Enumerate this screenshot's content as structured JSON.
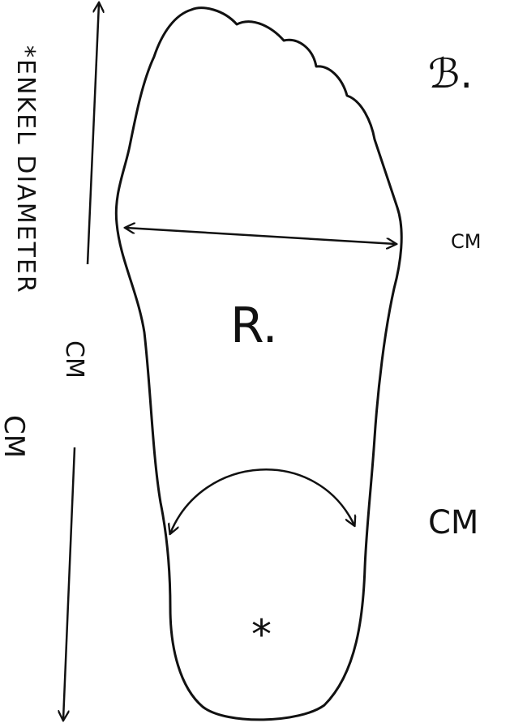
{
  "diagram": {
    "foot_side_label": "R.",
    "vertical_label": "*ENKEL DIAMETER",
    "length_unit_label": "CM",
    "ankle_unit_label": "CM",
    "width_unit_label": "CM",
    "heel_unit_label": "CM",
    "heel_marker": "*",
    "signature_mark": "ℬ."
  },
  "colors": {
    "ink": "#111111",
    "paper": "#ffffff"
  }
}
